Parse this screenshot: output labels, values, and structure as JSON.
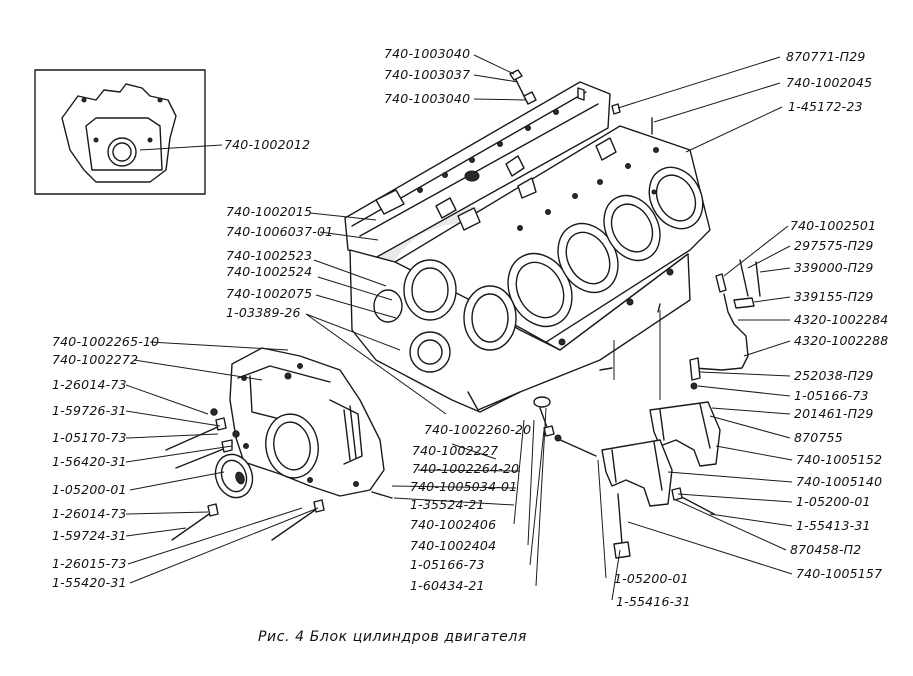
{
  "caption": "Рис. 4 Блок цилиндров двигателя",
  "callouts": {
    "inset_part": "740-1002012",
    "top_bolt_a": "740-1003040",
    "top_washer": "740-1003037",
    "top_bolt_b": "740-1003040",
    "top_pin": "870771-П29",
    "top_stud": "740-1002045",
    "top_dowel": "1-45172-23",
    "left_1": "740-1002015",
    "left_2": "740-1006037-01",
    "left_3": "740-1002523",
    "left_4": "740-1002524",
    "left_5": "740-1002075",
    "left_6": "1-03389-26",
    "housing_1": "740-1002265-10",
    "housing_2": "740-1002272",
    "housing_3": "1-26014-73",
    "housing_4": "1-59726-31",
    "housing_5": "1-05170-73",
    "housing_6": "1-56420-31",
    "housing_7": "1-05200-01",
    "housing_8": "1-26014-73",
    "housing_9": "1-59724-31",
    "housing_10": "1-26015-73",
    "housing_11": "1-55420-31",
    "center_1": "740-1002260-20",
    "center_2": "740-1002227",
    "center_3": "740-1002264-20",
    "center_4": "740-1005034-01",
    "center_5": "1-35524-21",
    "center_6": "740-1002406",
    "center_7": "740-1002404",
    "center_8": "1-05166-73",
    "center_9": "1-60434-21",
    "bottom_1": "1-05200-01",
    "bottom_2": "1-55416-31",
    "right_1": "740-1002501",
    "right_2": "297575-П29",
    "right_3": "339000-П29",
    "right_4": "339155-П29",
    "right_5": "4320-1002284",
    "right_6": "4320-1002288",
    "right_7": "252038-П29",
    "right_8": "1-05166-73",
    "right_9": "201461-П29",
    "right_10": "870755",
    "right_11": "740-1005152",
    "right_12": "740-1005140",
    "right_13": "1-05200-01",
    "right_14": "1-55413-31",
    "right_15": "870458-П2",
    "right_16": "740-1005157"
  }
}
